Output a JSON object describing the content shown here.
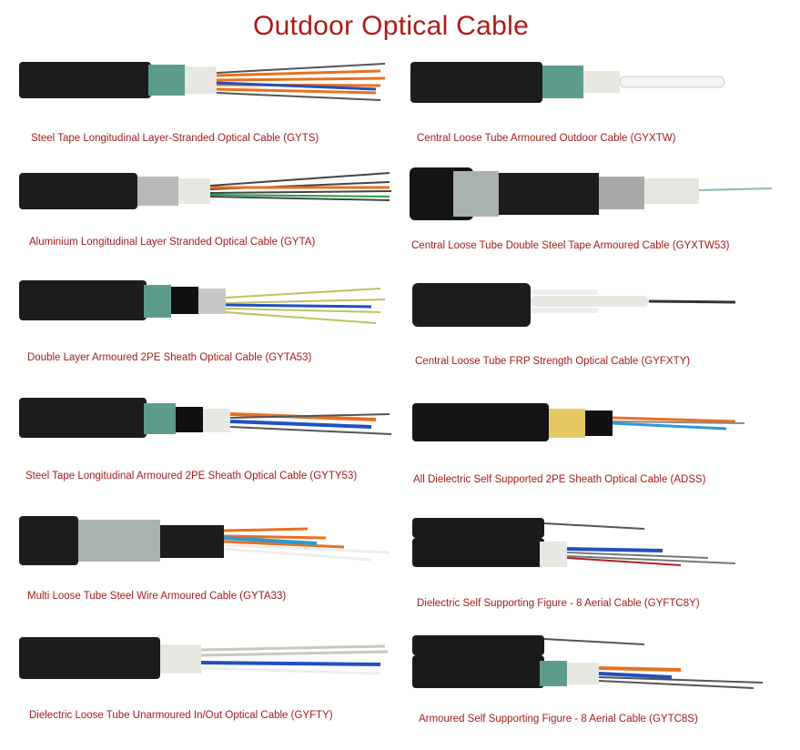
{
  "title": "Outdoor Optical Cable",
  "cables": [
    {
      "caption": "Steel Tape Longitudinal Layer-Stranded Optical Cable (GYTS)"
    },
    {
      "caption": "Central Loose Tube Armoured Outdoor Cable (GYXTW)"
    },
    {
      "caption": "Aluminium Longitudinal Layer Stranded Optical Cable (GYTA)"
    },
    {
      "caption": "Central Loose Tube Double Steel Tape Armoured Cable (GYXTW53)"
    },
    {
      "caption": "Double Layer Armoured 2PE Sheath Optical Cable (GYTA53)"
    },
    {
      "caption": "Central Loose Tube FRP Strength Optical Cable (GYFXTY)"
    },
    {
      "caption": "Steel Tape Longitudinal Armoured 2PE Sheath Optical Cable (GYTY53)"
    },
    {
      "caption": "All Dielectric Self Supported 2PE Sheath Optical Cable (ADSS)"
    },
    {
      "caption": "Multi Loose Tube Steel Wire Armoured Cable (GYTA33)"
    },
    {
      "caption": "Dielectric Self Supporting Figure - 8 Aerial Cable (GYFTC8Y)"
    },
    {
      "caption": "Dielectric Loose Tube Unarmoured In/Out Optical Cable (GYFTY)"
    },
    {
      "caption": "Armoured Self Supporting Figure - 8 Aerial Cable (GYTC8S)"
    }
  ],
  "colors": {
    "title": "#b01818",
    "caption": "#a31b1b",
    "sheath": "#1a1a1a",
    "armor": "#5a9a8a"
  },
  "icons": [
    "cable-photo-icon"
  ]
}
